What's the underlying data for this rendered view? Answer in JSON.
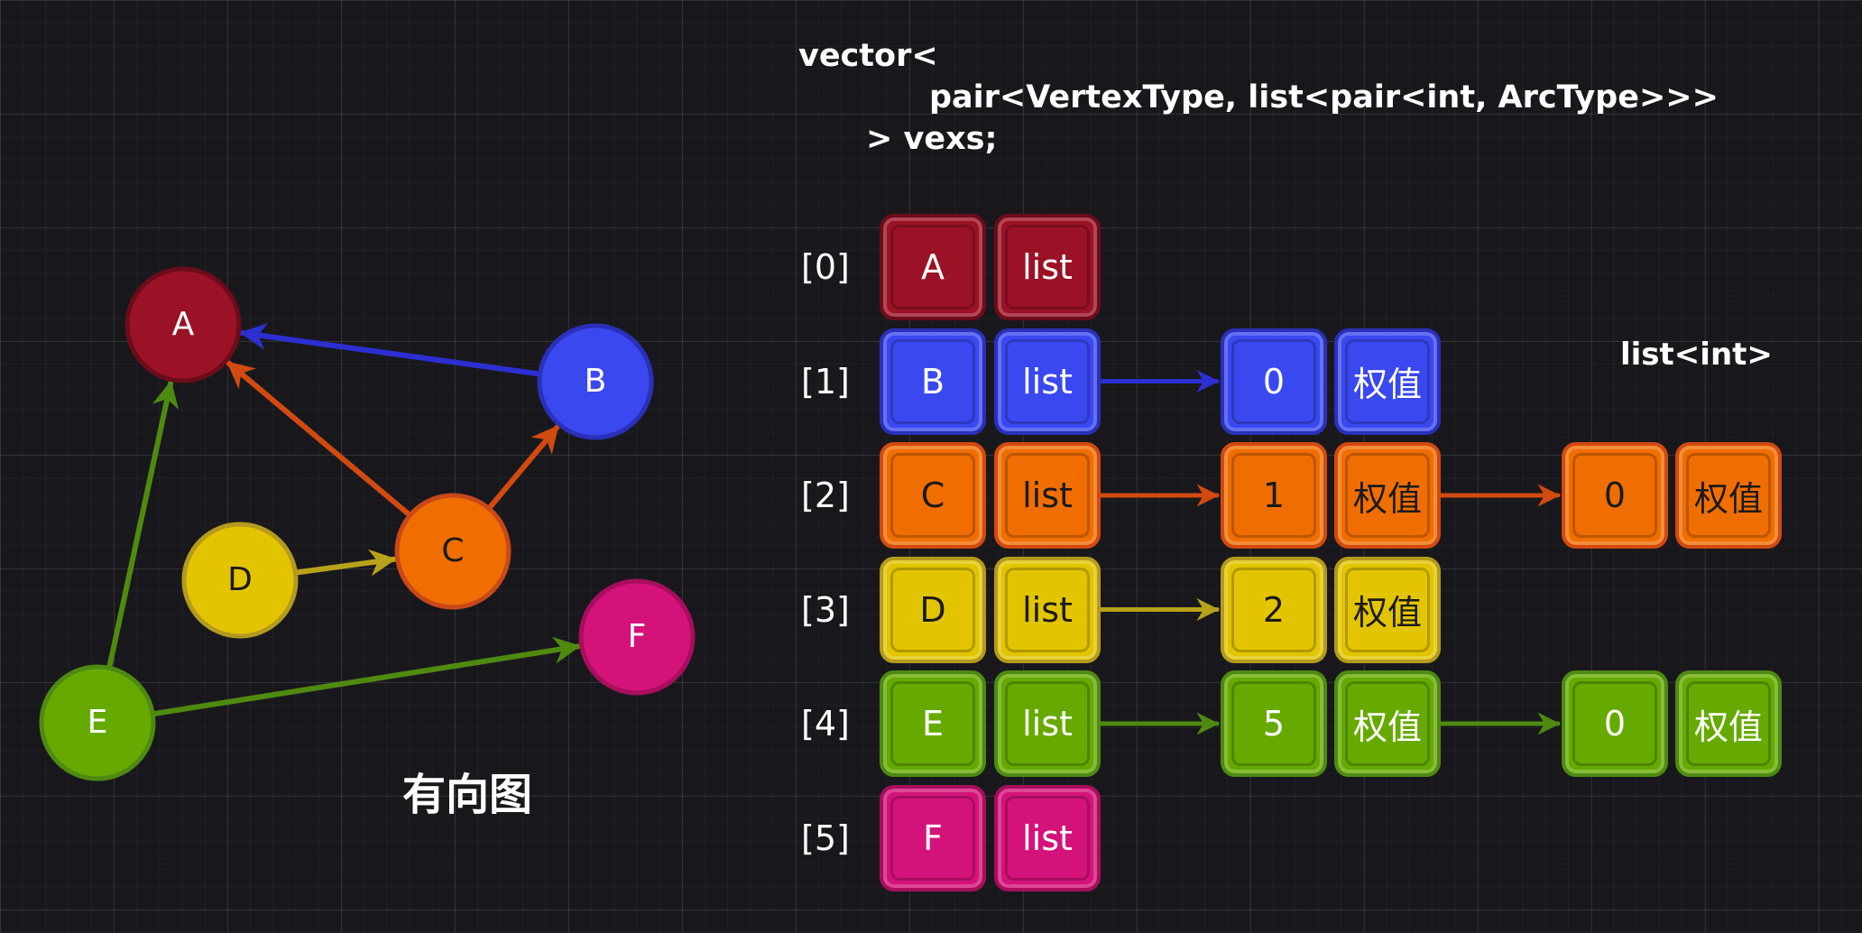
{
  "graph": {
    "title": "有向图",
    "nodes": [
      {
        "id": "A",
        "label": "A",
        "color": "#9b1226",
        "stroke": "#6b0c1a",
        "text": "#ffffff"
      },
      {
        "id": "B",
        "label": "B",
        "color": "#3a48f0",
        "stroke": "#2a30b8",
        "text": "#ffffff"
      },
      {
        "id": "C",
        "label": "C",
        "color": "#f06e00",
        "stroke": "#c8481a",
        "text": "#1a1a1a"
      },
      {
        "id": "D",
        "label": "D",
        "color": "#e3c400",
        "stroke": "#b49a1e",
        "text": "#1a1a1a"
      },
      {
        "id": "E",
        "label": "E",
        "color": "#66aa00",
        "stroke": "#4e8a12",
        "text": "#ffffff"
      },
      {
        "id": "F",
        "label": "F",
        "color": "#d4137a",
        "stroke": "#a80e5e",
        "text": "#ffffff"
      }
    ],
    "edges": [
      {
        "from": "B",
        "to": "A",
        "color": "#2c2fd1"
      },
      {
        "from": "C",
        "to": "A",
        "color": "#d14a10"
      },
      {
        "from": "C",
        "to": "B",
        "color": "#d14a10"
      },
      {
        "from": "D",
        "to": "C",
        "color": "#b8a21a"
      },
      {
        "from": "E",
        "to": "A",
        "color": "#4f8a10"
      },
      {
        "from": "E",
        "to": "F",
        "color": "#4f8a10"
      }
    ]
  },
  "code": {
    "line1": "vector<",
    "line2": "pair<VertexType, list<pair<int, ArcType>>>",
    "line3": "> vexs;"
  },
  "type_label": "list<int>",
  "table": {
    "list_label": "list",
    "weight_label": "权值",
    "rows": [
      {
        "index": "[0]",
        "vertex": "A",
        "fill": "#9b1226",
        "border": "#6b0c1a",
        "text": "#ffffff",
        "arrow": "#9b1226",
        "arcs": []
      },
      {
        "index": "[1]",
        "vertex": "B",
        "fill": "#3a48f0",
        "border": "#2a30b8",
        "text": "#ffffff",
        "arrow": "#2c2fd1",
        "arcs": [
          "0"
        ]
      },
      {
        "index": "[2]",
        "vertex": "C",
        "fill": "#f06e00",
        "border": "#d14a10",
        "text": "#1a1a1a",
        "arrow": "#d14a10",
        "arcs": [
          "1",
          "0"
        ]
      },
      {
        "index": "[3]",
        "vertex": "D",
        "fill": "#e3c400",
        "border": "#b49a1e",
        "text": "#1a1a1a",
        "arrow": "#b8a21a",
        "arcs": [
          "2"
        ]
      },
      {
        "index": "[4]",
        "vertex": "E",
        "fill": "#66aa00",
        "border": "#4e8a12",
        "text": "#ffffff",
        "arrow": "#4f8a10",
        "arcs": [
          "5",
          "0"
        ]
      },
      {
        "index": "[5]",
        "vertex": "F",
        "fill": "#d4137a",
        "border": "#a80e5e",
        "text": "#ffffff",
        "arrow": "#d4137a",
        "arcs": []
      }
    ]
  }
}
